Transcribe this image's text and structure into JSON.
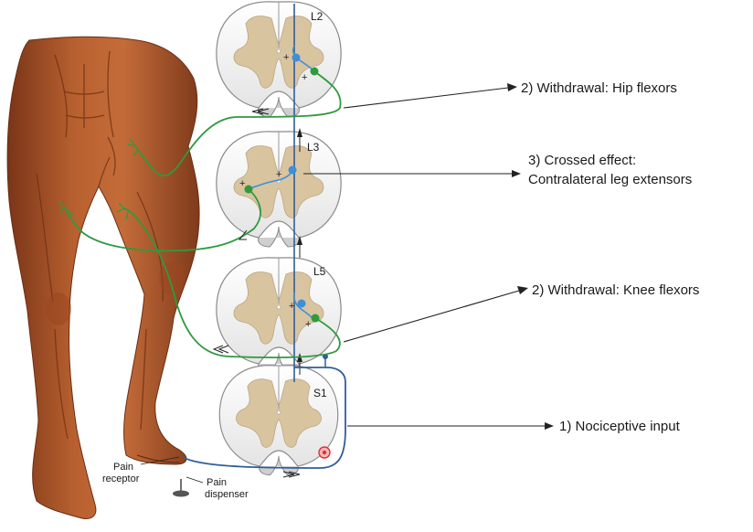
{
  "segments": {
    "l2": "L2",
    "l3": "L3",
    "l5": "L5",
    "s1": "S1"
  },
  "callouts": {
    "hip": "2) Withdrawal: Hip flexors",
    "crossed_line1": "3) Crossed effect:",
    "crossed_line2": "Contralateral leg extensors",
    "knee": "2) Withdrawal: Knee flexors",
    "nociceptive": "1) Nociceptive input"
  },
  "labels": {
    "pain_receptor_line1": "Pain",
    "pain_receptor_line2": "receptor",
    "pain_dispenser_line1": "Pain",
    "pain_dispenser_line2": "dispenser"
  },
  "colors": {
    "skin": "#b2582c",
    "skin_dark": "#7a3518",
    "motor_nerve": "#2e9a3f",
    "sensory_nerve": "#2f5e9a",
    "interneuron": "#3d8fd8",
    "grey_matter": "#d9c4a0",
    "spinal_cord": "#f2f2f2",
    "stimulus": "#d9323a"
  }
}
